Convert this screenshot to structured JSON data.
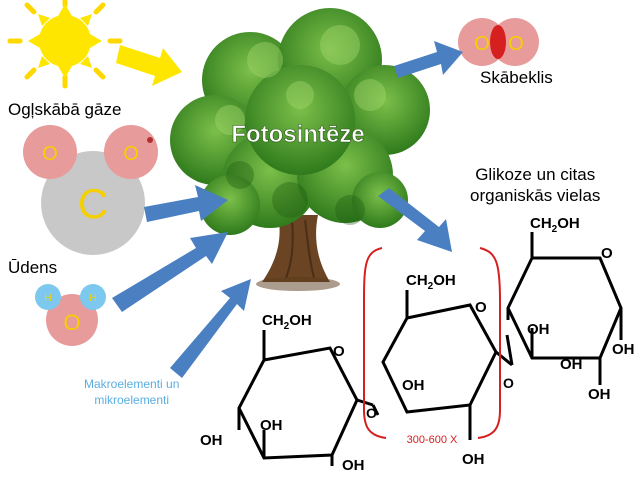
{
  "labels": {
    "co2": "Ogļskābā gāze",
    "water": "Ūdens",
    "oxygen": "Skābeklis",
    "photosynthesis": "Fotosintēze",
    "glucose_line1": "Glikoze un citas",
    "glucose_line2": "organiskās vielas",
    "elements_line1": "Makroelementi un",
    "elements_line2": "mikroelementi",
    "repeat": "300-600 X"
  },
  "atoms": {
    "carbon": "C",
    "oxygen": "O",
    "hydrogen": "H"
  },
  "molecule_groups": {
    "ch2oh_main": "CH",
    "ch2oh_sub": "2",
    "ch2oh_tail": "OH",
    "oh": "OH",
    "ring_o": "O"
  },
  "colors": {
    "sun": "#ffe600",
    "sun_rays": "#ffd800",
    "oxygen_atom": "#e79b9b",
    "oxygen_text": "#f5d000",
    "carbon_atom": "#c8c8c8",
    "hydrogen_atom": "#7cc8ee",
    "arrow_blue": "#4a7fc2",
    "tree_green": "#3f8f24",
    "trunk_brown": "#6b4423",
    "bracket_red": "#d62020",
    "elements_text": "#5aaee0"
  }
}
